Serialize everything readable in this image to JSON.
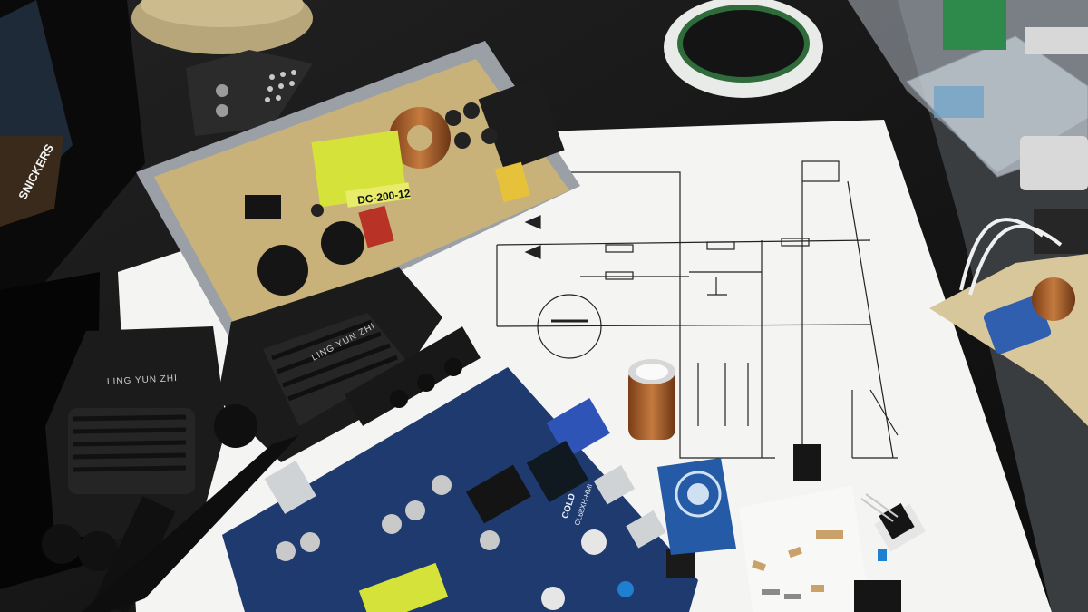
{
  "scene": {
    "psu_label": "DC-200-12",
    "radio_brand": "LING YUN ZHI",
    "board_name": "COLD",
    "board_model": "CL68XH-HMI",
    "snack_brand": "SNICKERS"
  },
  "colors": {
    "table": "#141414",
    "paper": "#f4f4f2",
    "pcb_yellow": "#c8b27a",
    "pcb_blue": "#1e3a6e",
    "radio": "#1b1b1b",
    "copper_coil": "#b86a35"
  }
}
